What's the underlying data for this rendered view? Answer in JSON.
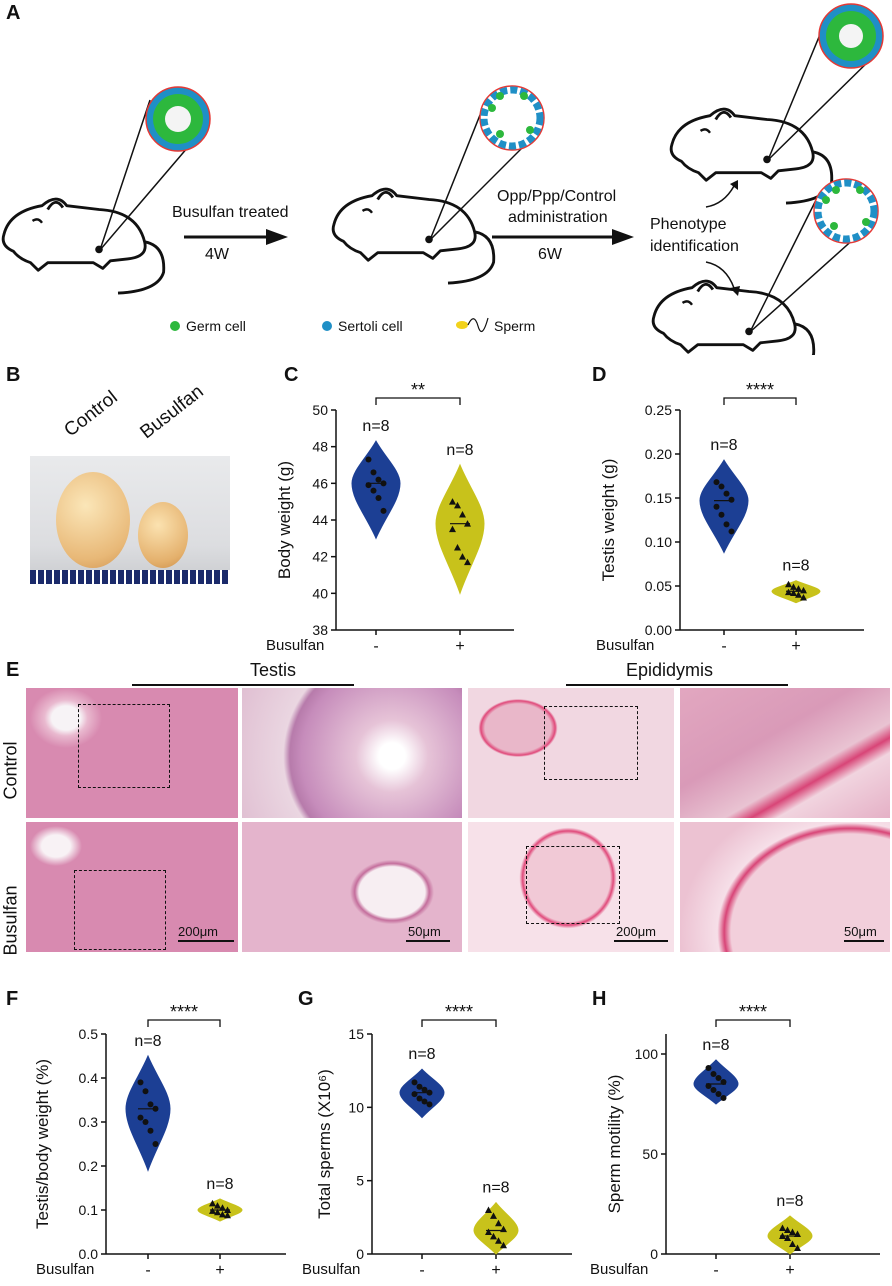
{
  "panels": {
    "A": "A",
    "B": "B",
    "C": "C",
    "D": "D",
    "E": "E",
    "F": "F",
    "G": "G",
    "H": "H"
  },
  "schematic": {
    "step1_label": "Busulfan treated",
    "step1_duration": "4W",
    "step2_label_line1": "Opp/Ppp/Control",
    "step2_label_line2": "administration",
    "step2_duration": "6W",
    "phenotype_line1": "Phenotype",
    "phenotype_line2": "identification",
    "legend": {
      "germ_cell": "Germ cell",
      "sertoli_cell": "Sertoli cell",
      "sperm": "Sperm"
    },
    "colors": {
      "germ": "#2db83d",
      "sertoli": "#1f8fc6",
      "sperm": "#f2d21c",
      "lumen_border": "#e53935"
    }
  },
  "photo_b": {
    "label_control": "Control",
    "label_busulfan": "Busulfan"
  },
  "histology": {
    "title_testis": "Testis",
    "title_epididymis": "Epididymis",
    "row_control": "Control",
    "row_busulfan": "Busulfan",
    "scale_200": "200μm",
    "scale_50": "50μm"
  },
  "colors": {
    "control": "#1c3f94",
    "busulfan": "#c8c21b"
  },
  "chart_data": [
    {
      "panel": "C",
      "type": "violin",
      "ylabel": "Body weight (g)",
      "xlabel": "Busulfan",
      "categories": [
        "-",
        "+"
      ],
      "ylim": [
        38,
        50
      ],
      "yticks": [
        38,
        40,
        42,
        44,
        46,
        48,
        50
      ],
      "yticklabels": [
        "38",
        "40",
        "42",
        "44",
        "46",
        "48",
        "50"
      ],
      "n_labels": [
        "n=8",
        "n=8"
      ],
      "significance": "**",
      "series": [
        {
          "values": [
            47.3,
            46.6,
            46.2,
            46.0,
            45.9,
            45.6,
            45.2,
            44.5
          ],
          "median": 46.0,
          "range": [
            43.0,
            48.3
          ]
        },
        {
          "values": [
            45.0,
            44.8,
            44.3,
            43.8,
            43.5,
            42.5,
            42.0,
            41.7
          ],
          "median": 43.8,
          "range": [
            40.0,
            47.0
          ]
        }
      ]
    },
    {
      "panel": "D",
      "type": "violin",
      "ylabel": "Testis weight (g)",
      "xlabel": "Busulfan",
      "categories": [
        "-",
        "+"
      ],
      "ylim": [
        0,
        0.25
      ],
      "yticks": [
        0,
        0.05,
        0.1,
        0.15,
        0.2,
        0.25
      ],
      "yticklabels": [
        "0.00",
        "0.05",
        "0.10",
        "0.15",
        "0.20",
        "0.25"
      ],
      "n_labels": [
        "n=8",
        "n=8"
      ],
      "significance": "****",
      "series": [
        {
          "values": [
            0.168,
            0.163,
            0.155,
            0.148,
            0.14,
            0.131,
            0.12,
            0.112
          ],
          "median": 0.147,
          "range": [
            0.088,
            0.193
          ]
        },
        {
          "values": [
            0.052,
            0.049,
            0.047,
            0.045,
            0.043,
            0.042,
            0.04,
            0.037
          ],
          "median": 0.044,
          "range": [
            0.031,
            0.056
          ]
        }
      ]
    },
    {
      "panel": "F",
      "type": "violin",
      "ylabel": "Testis/body weight (%)",
      "xlabel": "Busulfan",
      "categories": [
        "-",
        "+"
      ],
      "ylim": [
        0,
        0.5
      ],
      "yticks": [
        0,
        0.1,
        0.2,
        0.3,
        0.4,
        0.5
      ],
      "yticklabels": [
        "0.0",
        "0.1",
        "0.2",
        "0.3",
        "0.4",
        "0.5"
      ],
      "n_labels": [
        "n=8",
        "n=8"
      ],
      "significance": "****",
      "series": [
        {
          "values": [
            0.39,
            0.37,
            0.34,
            0.33,
            0.31,
            0.3,
            0.28,
            0.25
          ],
          "median": 0.33,
          "range": [
            0.19,
            0.45
          ]
        },
        {
          "values": [
            0.115,
            0.11,
            0.105,
            0.1,
            0.098,
            0.095,
            0.09,
            0.088
          ],
          "median": 0.1,
          "range": [
            0.075,
            0.125
          ]
        }
      ]
    },
    {
      "panel": "G",
      "type": "violin",
      "ylabel": "Total sperms (X10⁶)",
      "xlabel": "Busulfan",
      "categories": [
        "-",
        "+"
      ],
      "ylim": [
        0,
        15
      ],
      "yticks": [
        0,
        5,
        10,
        15
      ],
      "yticklabels": [
        "0",
        "5",
        "10",
        "15"
      ],
      "n_labels": [
        "n=8",
        "n=8"
      ],
      "significance": "****",
      "series": [
        {
          "values": [
            11.7,
            11.4,
            11.2,
            11.0,
            10.9,
            10.6,
            10.4,
            10.2
          ],
          "median": 11.0,
          "range": [
            9.3,
            12.6
          ]
        },
        {
          "values": [
            3.0,
            2.6,
            2.1,
            1.7,
            1.5,
            1.2,
            0.9,
            0.6
          ],
          "median": 1.6,
          "range": [
            0.0,
            3.5
          ]
        }
      ]
    },
    {
      "panel": "H",
      "type": "violin",
      "ylabel": "Sperm motility (%)",
      "xlabel": "Busulfan",
      "categories": [
        "-",
        "+"
      ],
      "ylim": [
        0,
        110
      ],
      "yticks": [
        0,
        50,
        100
      ],
      "yticklabels": [
        "0",
        "50",
        "100"
      ],
      "n_labels": [
        "n=8",
        "n=8"
      ],
      "significance": "****",
      "series": [
        {
          "values": [
            93,
            90,
            88,
            86,
            84,
            82,
            80,
            78
          ],
          "median": 85,
          "range": [
            75,
            97
          ]
        },
        {
          "values": [
            13,
            12,
            11,
            10,
            9,
            8,
            5,
            3
          ],
          "median": 9,
          "range": [
            0,
            19
          ]
        }
      ]
    }
  ]
}
